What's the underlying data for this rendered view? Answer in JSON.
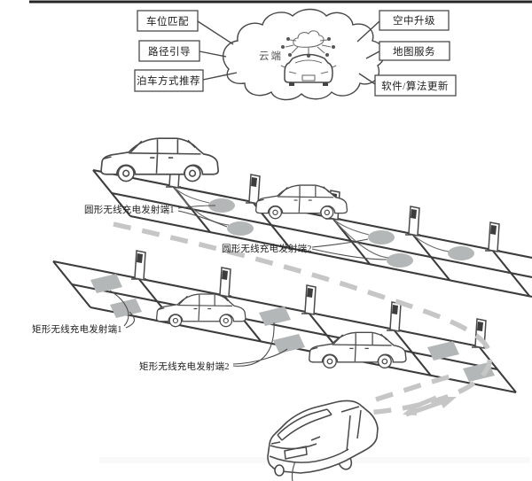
{
  "palette": {
    "line": "#474747",
    "pad": "#b4b7b7",
    "route": "#c6c6c6",
    "screen": "#3d3d3d",
    "background": "#ffffff",
    "text": "#1d1d1d"
  },
  "cloud": {
    "label": "云端"
  },
  "services_left": [
    {
      "label": "车位匹配"
    },
    {
      "label": "路径引导"
    },
    {
      "label": "泊车方式推荐"
    }
  ],
  "services_right": [
    {
      "label": "空中升级"
    },
    {
      "label": "地图服务"
    },
    {
      "label": "软件/算法更新"
    }
  ],
  "annotations": {
    "circular_1": {
      "label": "圆形无线充电发射端1"
    },
    "circular_2": {
      "label": "圆形无线充电发射端2"
    },
    "rectangular_1": {
      "label": "矩形无线充电发射端1"
    },
    "rectangular_2": {
      "label": "矩形无线充电发射端2"
    }
  }
}
